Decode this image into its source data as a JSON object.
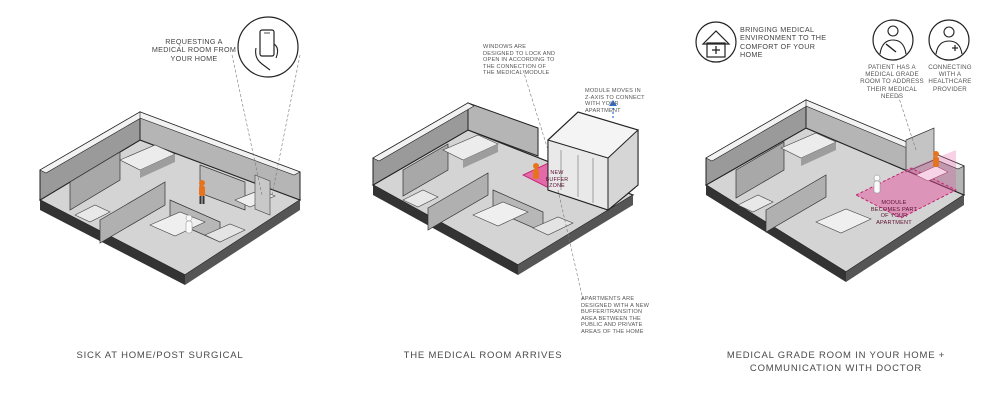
{
  "panels": [
    {
      "caption": "SICK AT HOME/POST SURGICAL",
      "notes": [
        "REQUESTING A MEDICAL ROOM FROM YOUR HOME"
      ]
    },
    {
      "caption": "THE MEDICAL ROOM ARRIVES",
      "notes": [
        "WINDOWS ARE DESIGNED TO LOCK AND OPEN IN ACCORDING TO THE CONNECTION OF THE MEDICAL MODULE",
        "MODULE MOVES IN Z-AXIS TO CONNECT WITH YOUR APARTMENT",
        "NEW BUFFER ZONE",
        "APARTMENTS ARE DESIGNED WITH A NEW BUFFER/TRANSITION AREA BETWEEN THE PUBLIC AND PRIVATE AREAS OF THE HOME"
      ]
    },
    {
      "caption_line1": "MEDICAL GRADE ROOM IN YOUR HOME +",
      "caption_line2": "COMMUNICATION WITH DOCTOR",
      "notes": [
        "BRINGING MEDICAL ENVIRONMENT TO THE COMFORT OF YOUR HOME",
        "PATIENT HAS A MEDICAL GRADE ROOM TO ADDRESS THEIR MEDICAL NEEDS",
        "CONNECTING WITH A HEALTHCARE PROVIDER",
        "MODULE BECOMES PART OF YOUR APARTMENT"
      ]
    }
  ],
  "colors": {
    "highlight": "#e8469a",
    "figure": "#e8731e",
    "accent_blue": "#2f6fd6",
    "floor": "#c9c9c9",
    "wall_top": "#f4f4f4",
    "wall_side": "#8d8d8d"
  },
  "icons": [
    "phone-in-hand-icon",
    "home-medical-icon",
    "patient-icon",
    "doctor-icon"
  ]
}
